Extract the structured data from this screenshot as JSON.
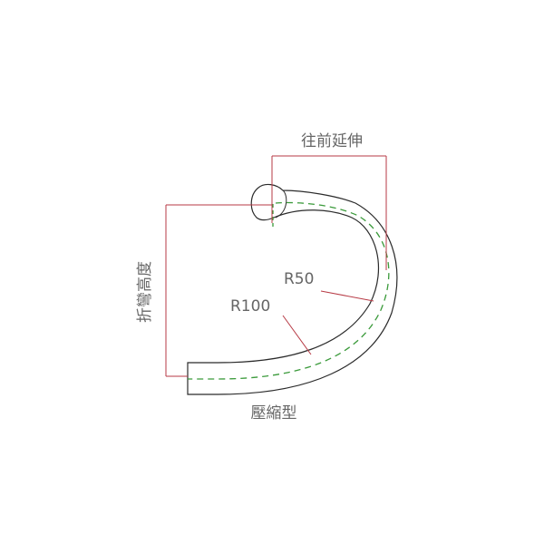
{
  "labels": {
    "reach": "往前延伸",
    "drop": "折彎高度",
    "r50": "R50",
    "r100": "R100",
    "shape": "壓縮型"
  },
  "colors": {
    "outline": "#2b2b2b",
    "dimension": "#b73a45",
    "centerline": "#3a9a3a",
    "text": "#666666"
  }
}
